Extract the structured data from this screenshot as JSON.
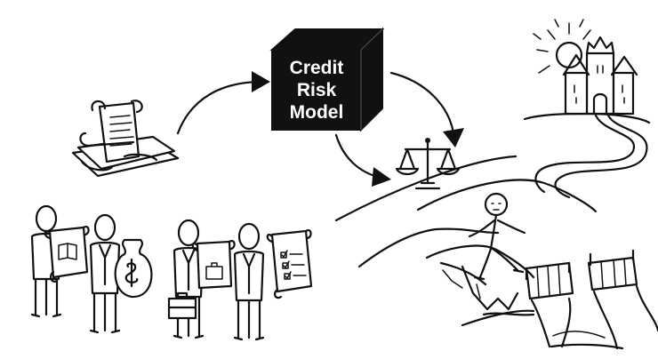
{
  "model_box": {
    "line1": "Credit",
    "line2": "Risk",
    "line3": "Model"
  },
  "icons": {
    "documents": "scroll-stack-icon",
    "scale": "balance-scale-icon",
    "castle": "castle-icon",
    "sun": "sun-icon"
  }
}
